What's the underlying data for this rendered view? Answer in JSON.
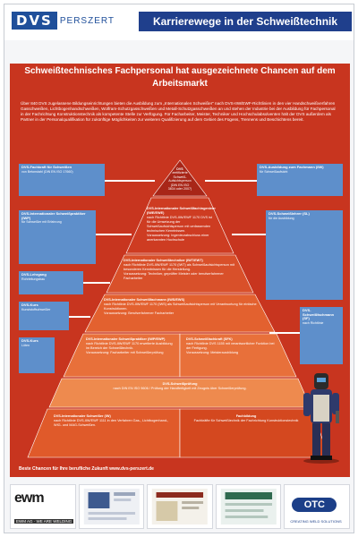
{
  "header": {
    "logo_main": "DVS",
    "logo_sub": "PERSZERT",
    "title": "Karrierewege in der Schweißtechnik"
  },
  "headline": "Schweißtechnisches Fachpersonal hat ausgezeichnete Chancen auf dem Arbeitsmarkt",
  "intro": "Über 840 DVS zugelassene Bildungseinrichtungen bieten die Ausbildung zum „Internationalen Schweißer“ nach DVS-IIW/EWF-Richtlinien in den vier Handschweißverfahren Gasschweißen, Lichtbogenhandschweißen, Wolfram-Schutzgasschweißen und Metall-Schutzgasschweißen an und stehen der Industrie bei der Ausbildung für Fachpersonal in der Fachrichtung Konstruktionstechnik als kompetente Stelle zur Verfügung. Für Facharbeiter, Meister, Techniker und Hochschulabsolventen hält der DVS außerdem als Partner in der Personalqualifikation für zukünftige Möglichkeiten zur weiteren Qualifizierung auf dem Gebiet des Fügens, Trennens und Beschichtens bereit.",
  "pyramid": {
    "top": {
      "l1": "DVS",
      "l2": "zertifizierte",
      "l3": "Schweiß-",
      "l4": "Aufsichtsperson",
      "l5": "(DIN EN ISO",
      "l6": "3834 oder 2007)"
    },
    "level2": {
      "title": "DVS-Internationaler Schweißfachingenieur (IWE/EWE)",
      "text": "nach Richtlinie DVS-IIW/EWF 1170 DVS ist für die Umsetzung der Schweißaufsichtsperson mit umfassenden technischen Kenntnissen.",
      "req": "Voraussetzung: Ingenieurabschluss einer anerkannten Hochschule"
    },
    "level3": {
      "title": "DVS-Internationaler Schweißtechniker (IWT/EWT)",
      "text": "nach Richtlinie DVS-IIW/EWF 1170 (IWT) als Schweißaufsichtsperson mit besonderen Kenntnissen für die Herstellung.",
      "req": "Voraussetzung: Techniker, geprüfter Meister oder berufserfahrener Facharbeiter"
    },
    "level4": {
      "title": "DVS-Internationaler Schweißfachmann (IWS/EWS)",
      "text": "nach Richtlinie DVS-IIW/EWF 1170 (IWS) als Schweißaufsichtsperson mit Verantwortung für einfache Konstruktionen.",
      "req": "Voraussetzung: Berufserfahrener Facharbeiter"
    },
    "level5a": {
      "title": "DVS-Internationaler Schweißpraktiker (IWP/EWP)",
      "text": "nach Richtlinie DVS-IIW/EWF 1170 erweiterte Ausbildung im Bereich der Schweißtechnik.",
      "req": "Voraussetzung: Facharbeiter mit Schweißerprüfung"
    },
    "level5b": {
      "title": "DVS-Schweißfachkraft (SFK)",
      "text": "nach Richtlinie DVS 1155 mit verantwortlicher Funktion bei der Fertigung.",
      "req": "Voraussetzung: Meisterausbildung"
    },
    "level6": {
      "title": "DVS-Schweißprüfung",
      "text": "nach DIN EN ISO 9606 / Prüfung der Handfertigkeit mit Zeugnis über Schweißerprüfung."
    },
    "base_left": {
      "title": "DVS-Internationaler Schweißer (IW)",
      "text": "nach Richtlinie DVS-IIW/EWF 1111 in den Verfahren Gas-, Lichtbogenhand-, WIG- und MAG-Schweißen."
    },
    "base_right": {
      "title": "Fachbildung",
      "text": "Fachkräfte für Schweißtechnik der Fachrichtung Konstruktionstechnik"
    }
  },
  "side_left": [
    {
      "title": "DVS-Fachkraft für Schweißen",
      "text": "von Betonstahl (DIN EN ISO 17660)"
    },
    {
      "title": "DVS-Internationaler Schweißpraktiker (IWP)",
      "text": "für Schweißer mit Erfahrung"
    },
    {
      "title": "DVS-Lehrgang",
      "text": "Rohrleitungsbau"
    },
    {
      "title": "DVS-Kurs",
      "text": "Kunststoffschweißer"
    },
    {
      "title": "DVS-Kurs",
      "text": "Löten"
    }
  ],
  "side_right": [
    {
      "title": "DVS-Ausbildung zum Fachmann (IIW)",
      "text": "für Schweißaufsicht"
    },
    {
      "title": "DVS-Schweißlehrer (SL)",
      "text": "für die Ausbildung"
    },
    {
      "title": "DVS-Schweißfachmann (SF)",
      "text": "nach Richtlinie"
    }
  ],
  "slogan": "Beste Chancen für Ihre berufliche Zukunft  www.dvs-perszert.de",
  "sponsors": {
    "ewm": "ewm",
    "ewm_tag": "EWM AG · WE ARE WELDING",
    "otc": "OTC",
    "otc_tag": "CREATING WELD SOLUTIONS"
  }
}
